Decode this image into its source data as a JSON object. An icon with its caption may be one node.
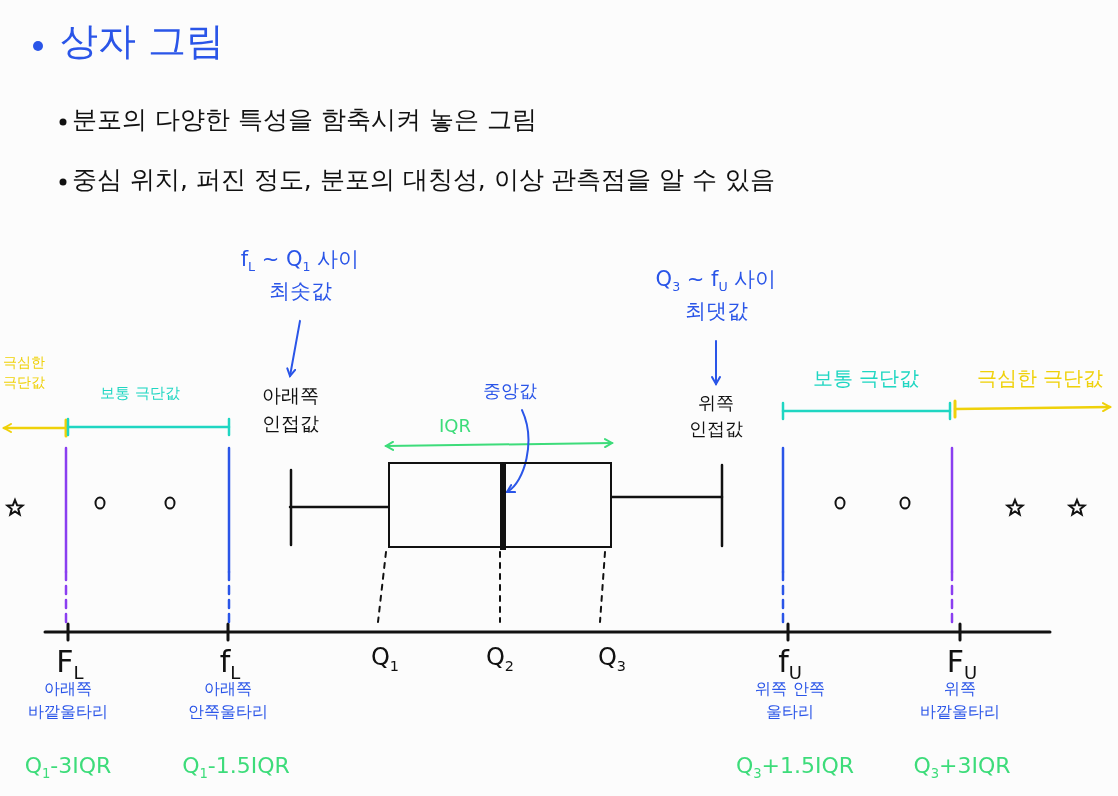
{
  "diagram": {
    "title": "상자 그림",
    "nodes": [
      {
        "text": [
          "f$_{L}$ ~ Q$_{1}$ 사이 최솟값"
        ]
      },
      {
        "text": [
          "아래쪽 인접값"
        ]
      },
      {
        "text": [
          "Q$_{3}$ ~ f$_{U}$ 사이 최댓값"
        ]
      },
      {
        "text": [
          "위쪽 인접값"
        ]
      },
      {
        "text": [
          "중앙값"
        ]
      },
      {
        "text": [],
        "shape": "box"
      },
      {
        "text": [],
        "shape": "bar",
        "in": 5
      }
    ],
    "edges": [
      {
        "from": 0,
        "to": 1,
        "arrow": "to"
      },
      {
        "from": 2,
        "to": 3,
        "arrow": "to"
      },
      {
        "from": 4,
        "to": 6,
        "arrow": "to"
      }
    ],
    "labels": [
      "분포의 다양한 특성을 함축시켜 놓은 그림",
      "중심 위치, 퍼진 정도, 분포의 대칭성, 이상 관측점을 알 수 있음",
      "극심한 극단값",
      "보통 극단값",
      "IQR",
      "보통 극단값",
      "극심한 극단값",
      "F$_{L}$",
      "f$_{L}$",
      "Q$_{1}$",
      "Q$_{2}$",
      "Q$_{3}$",
      "f$_{U}$",
      "F$_{U}$",
      "아래쪽 바깥울타리",
      "아래쪽 안쪽울타리",
      "위쪽 안쪽 울타리",
      "위쪽 바깥울타리",
      "Q$_{1}$-3IQR",
      "Q$_{1}$-1.5IQR",
      "Q$_{3}$+1.5IQR",
      "Q$_{3}$+3IQR"
    ]
  }
}
